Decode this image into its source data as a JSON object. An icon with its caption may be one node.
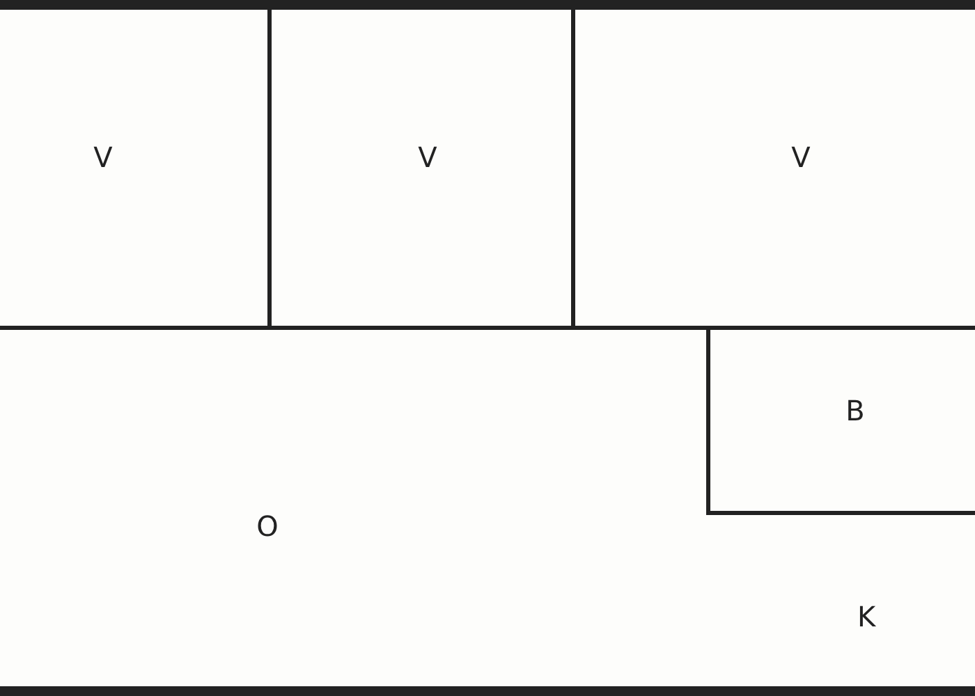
{
  "diagram": {
    "nodes": [
      {
        "text": [
          "V"
        ]
      },
      {
        "text": [
          "V"
        ]
      },
      {
        "text": [
          "V"
        ]
      },
      {
        "text": [
          "O"
        ]
      },
      {
        "text": [
          "B"
        ],
        "in": 3
      }
    ],
    "labels": [
      "K"
    ]
  }
}
